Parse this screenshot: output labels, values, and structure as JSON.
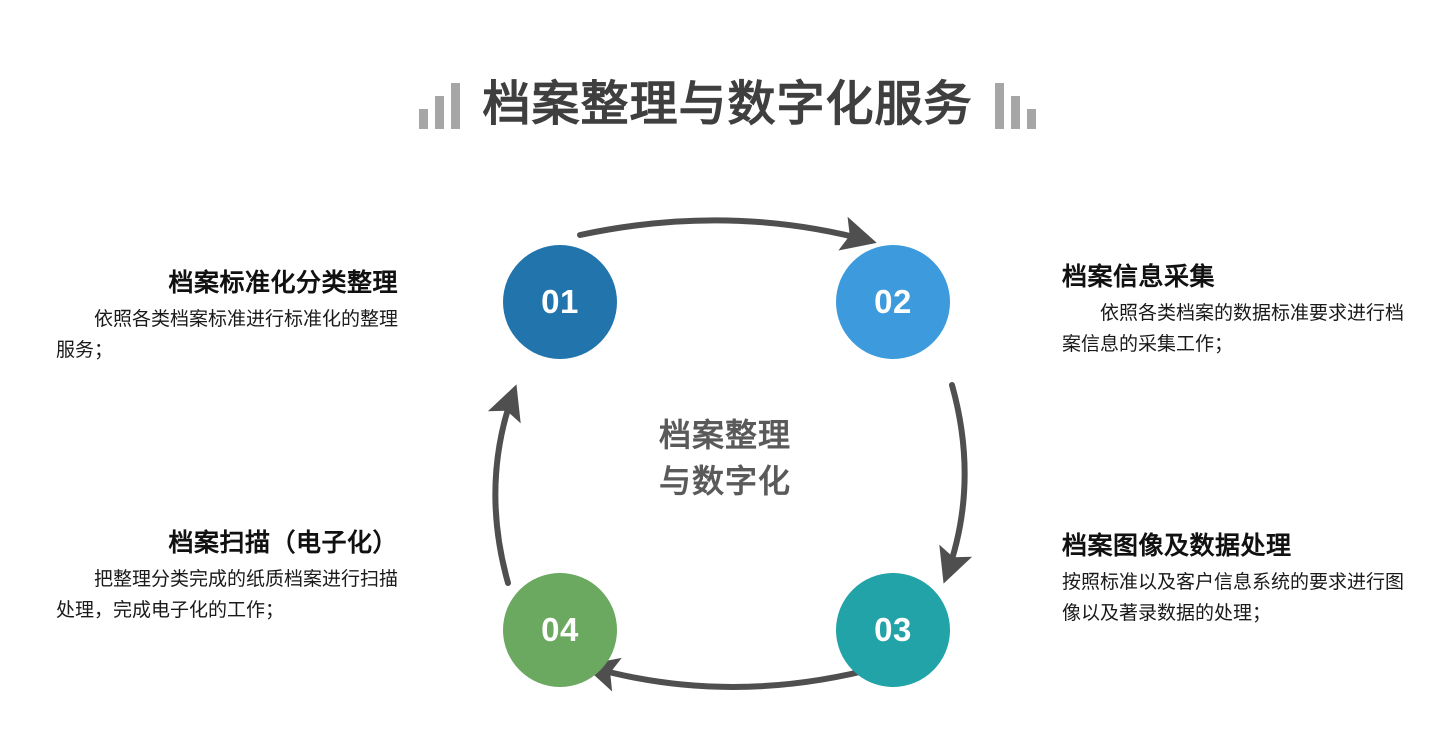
{
  "header": {
    "title": "档案整理与数字化服务",
    "decoration_left": "bar-chart-ascending",
    "decoration_right": "bar-chart-descending",
    "title_color": "#3f3f3f",
    "decoration_color": "#a6a6a6"
  },
  "center": {
    "line1": "档案整理",
    "line2": "与数字化",
    "color": "#5a5a5a"
  },
  "cycle": {
    "direction": "clockwise",
    "arrow_color": "#4f4f4f",
    "arrows": [
      {
        "name": "arrow-top",
        "from": "01",
        "to": "02",
        "points": "right"
      },
      {
        "name": "arrow-right",
        "from": "02",
        "to": "03",
        "points": "down"
      },
      {
        "name": "arrow-bottom",
        "from": "03",
        "to": "04",
        "points": "left"
      },
      {
        "name": "arrow-left",
        "from": "04",
        "to": "01",
        "points": "up"
      }
    ]
  },
  "steps": [
    {
      "number": "01",
      "color": "#2274ad",
      "title": "档案标准化分类整理",
      "body": "依照各类档案标准进行标准化的整理服务；",
      "side": "left"
    },
    {
      "number": "02",
      "color": "#3d9bdd",
      "title": "档案信息采集",
      "body": "依照各类档案的数据标准要求进行档案信息的采集工作；",
      "side": "right"
    },
    {
      "number": "03",
      "color": "#22a3a8",
      "title": "档案图像及数据处理",
      "body": "按照标准以及客户信息系统的要求进行图像以及著录数据的处理；",
      "side": "right"
    },
    {
      "number": "04",
      "color": "#6ba860",
      "title": "档案扫描（电子化）",
      "body": "把整理分类完成的纸质档案进行扫描处理，完成电子化的工作；",
      "side": "left"
    }
  ]
}
